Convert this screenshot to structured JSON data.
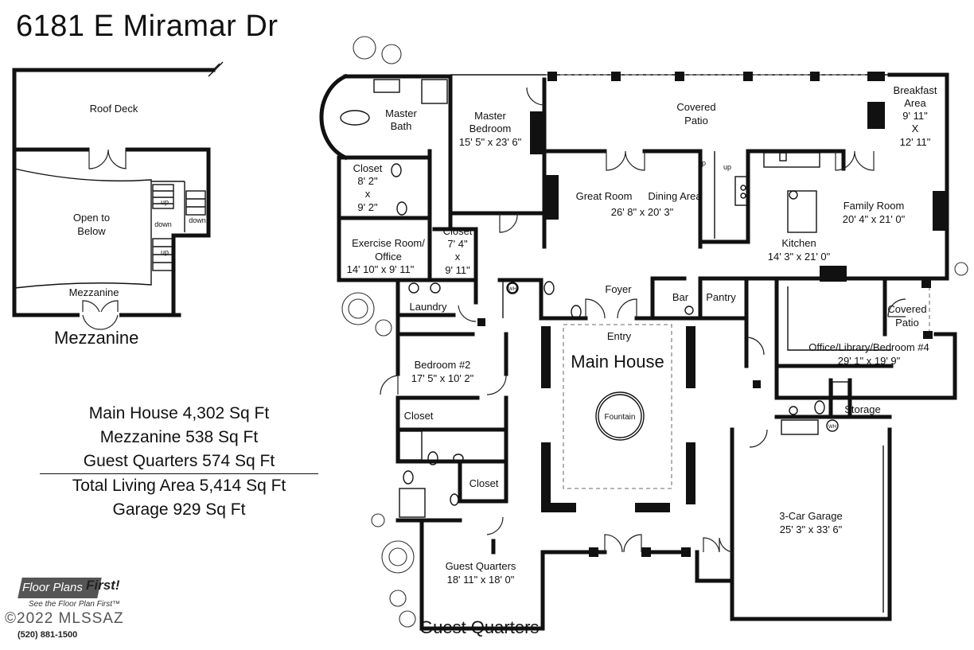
{
  "title": "6181 E Miramar Dr",
  "headings": {
    "mezzanine": "Mezzanine",
    "main_house": "Main House",
    "guest_quarters": "Guest Quarters"
  },
  "summary": [
    "Main House 4,302 Sq Ft",
    "Mezzanine 538 Sq Ft",
    "Guest Quarters 574 Sq Ft",
    "Total Living Area 5,414 Sq Ft",
    "Garage 929 Sq Ft"
  ],
  "mezzanine_rooms": {
    "roof_deck": "Roof Deck",
    "open_to_below_1": "Open to",
    "open_to_below_2": "Below",
    "mezzanine": "Mezzanine",
    "up_1": "up",
    "up_2": "up",
    "down_1": "down",
    "down_2": "down"
  },
  "rooms": {
    "master_bath_1": "Master",
    "master_bath_2": "Bath",
    "master_bed_1": "Master",
    "master_bed_2": "Bedroom",
    "master_bed_dim": "15' 5\" x 23' 6\"",
    "covered_patio_1": "Covered",
    "covered_patio_2": "Patio",
    "breakfast_1": "Breakfast",
    "breakfast_2": "Area",
    "breakfast_dim1": "9' 11\"",
    "breakfast_dim2": "X",
    "breakfast_dim3": "12' 11\"",
    "closet1": "Closet",
    "closet1_d1": "8' 2\"",
    "closet1_d2": "x",
    "closet1_d3": "9' 2\"",
    "great_room": "Great Room",
    "great_room_dim": "26' 8\" x 20' 3\"",
    "dining_area": "Dining Area",
    "family_room": "Family Room",
    "family_room_dim": "20' 4\" x 21' 0\"",
    "kitchen": "Kitchen",
    "kitchen_dim": "14' 3\" x 21' 0\"",
    "exercise_1": "Exercise Room/",
    "exercise_2": "Office",
    "exercise_dim": "14' 10\" x 9' 11\"",
    "closet2": "Closet",
    "closet2_d1": "7' 4\"",
    "closet2_d2": "x",
    "closet2_d3": "9' 11\"",
    "laundry": "Laundry",
    "foyer": "Foyer",
    "bar": "Bar",
    "pantry": "Pantry",
    "entry": "Entry",
    "covered_patio2_1": "Covered",
    "covered_patio2_2": "Patio",
    "office_lib": "Office/Library/Bedroom #4",
    "office_lib_dim": "29' 1\" x 19' 9\"",
    "bedroom2": "Bedroom #2",
    "bedroom2_dim": "17' 5\" x 10' 2\"",
    "closet3": "Closet",
    "closet4": "Closet",
    "fountain": "Fountain",
    "storage": "Storage",
    "garage": "3-Car Garage",
    "garage_dim": "25' 3\" x 33' 6\"",
    "guest_q": "Guest Quarters",
    "guest_q_dim": "18' 11\" x 18' 0\"",
    "up_a": "up",
    "up_b": "up",
    "wh_1": "WH",
    "wh_2": "WH"
  },
  "logo": {
    "brand": "Floor Plans",
    "brand_accent": "First!",
    "tagline": "See the Floor Plan First™",
    "copyright": "©2022 MLSSAZ",
    "phone": "(520) 881-1500"
  }
}
